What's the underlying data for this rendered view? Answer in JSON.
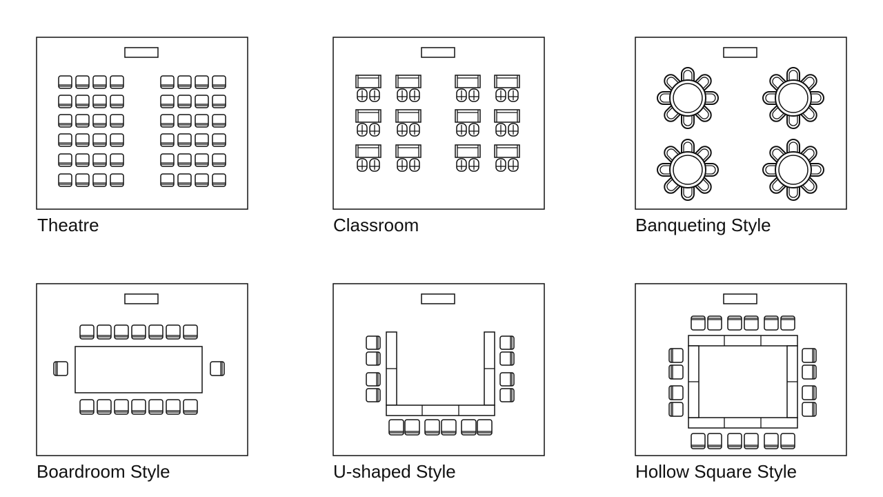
{
  "title": "Seating layout styles",
  "layouts": [
    {
      "id": "theatre",
      "label": "Theatre"
    },
    {
      "id": "classroom",
      "label": "Classroom"
    },
    {
      "id": "banqueting",
      "label": "Banqueting Style"
    },
    {
      "id": "boardroom",
      "label": "Boardroom Style"
    },
    {
      "id": "u-shaped",
      "label": "U-shaped Style"
    },
    {
      "id": "hollow-square",
      "label": "Hollow Square Style"
    }
  ],
  "colors": {
    "line": "#111111",
    "background": "#ffffff"
  }
}
